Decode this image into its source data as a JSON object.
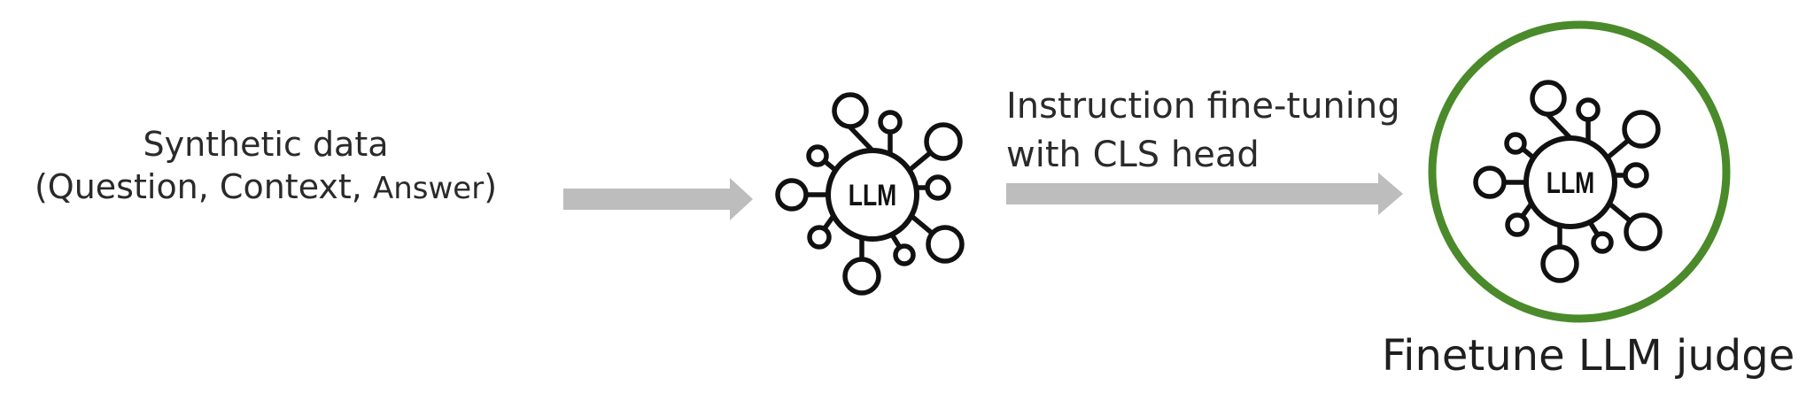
{
  "source": {
    "line1": "Synthetic data",
    "line2_prefix": "(Question, Context, ",
    "line2_answer": "Answer",
    "line2_suffix": ")"
  },
  "model_base": {
    "icon_text": "LLM"
  },
  "edge": {
    "line1": "Instruction fine-tuning",
    "line2": "with CLS head"
  },
  "model_judge": {
    "icon_text": "LLM",
    "label": "Finetune LLM judge",
    "ring_color": "#4a8a2a"
  },
  "colors": {
    "arrow": "#bdbdbd",
    "icon_stroke": "#111111"
  }
}
